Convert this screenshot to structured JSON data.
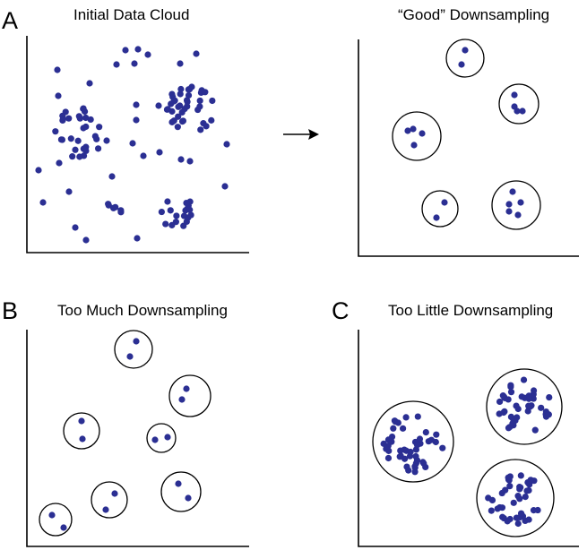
{
  "colors": {
    "dot": "#2b2f93",
    "line": "#000000"
  },
  "panels": {
    "a": {
      "letter": "A",
      "title": "Initial Data Cloud"
    },
    "a2": {
      "title": "“Good” Downsampling"
    },
    "b": {
      "letter": "B",
      "title": "Too Much Downsampling"
    },
    "c": {
      "letter": "C",
      "title": "Too Little Downsampling"
    }
  }
}
